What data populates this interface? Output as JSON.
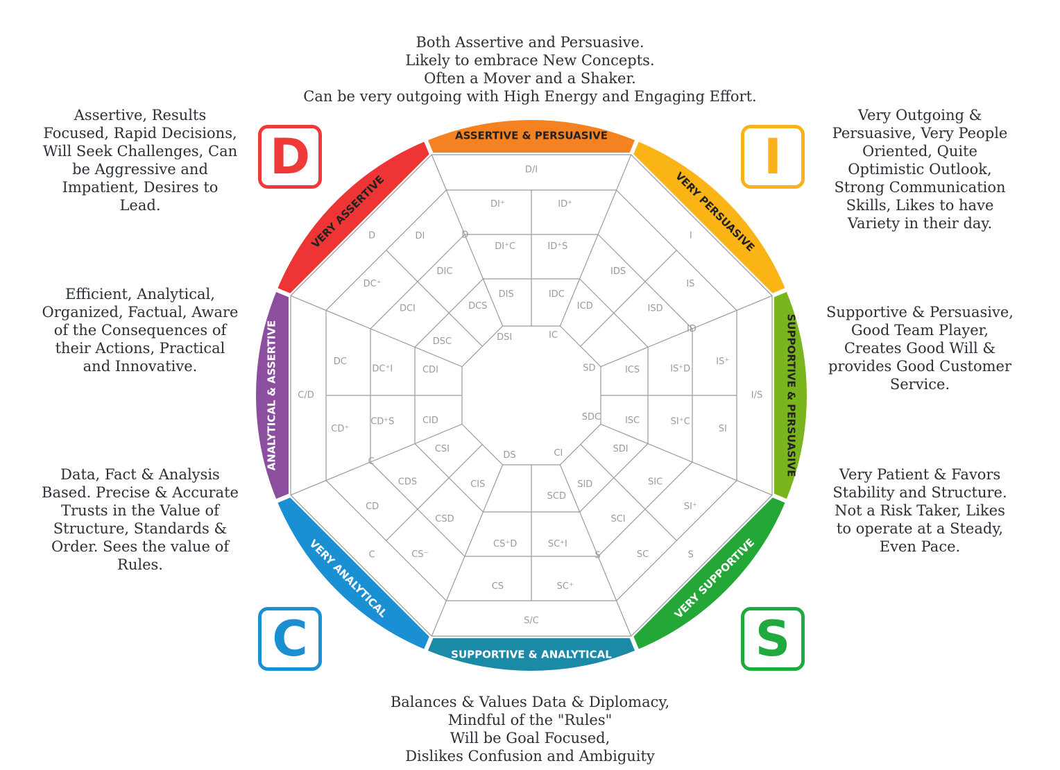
{
  "descriptions": {
    "top": [
      "Both Assertive and Persuasive.",
      "Likely to embrace New Concepts.",
      "Often a Mover and a Shaker.",
      "Can be very outgoing with High Energy and Engaging Effort."
    ],
    "top_left": [
      "Assertive, Results",
      "Focused, Rapid Decisions,",
      "Will Seek Challenges, Can",
      "be Aggressive and",
      "Impatient, Desires to",
      "Lead."
    ],
    "top_right": [
      "Very Outgoing &",
      "Persuasive, Very People",
      "Oriented, Quite",
      "Optimistic Outlook,",
      "Strong Communication",
      "Skills, Likes to have",
      "Variety in their day."
    ],
    "mid_left": [
      "Efficient, Analytical,",
      "Organized, Factual, Aware",
      "of the Consequences of",
      "their Actions, Practical",
      "and Innovative."
    ],
    "mid_right": [
      "Supportive & Persuasive,",
      "Good Team Player,",
      "Creates Good Will &",
      "provides Good Customer",
      "Service."
    ],
    "lower_left": [
      "Data, Fact & Analysis",
      "Based. Precise & Accurate",
      "Trusts in the Value of",
      "Structure, Standards &",
      "Order. Sees the value of",
      "Rules."
    ],
    "lower_right": [
      "Very Patient & Favors",
      "Stability and Structure.",
      "Not a Risk Taker, Likes",
      "to operate at a Steady,",
      "Even Pace."
    ],
    "bottom": [
      "Balances & Values Data & Diplomacy,",
      "Mindful of the \"Rules\"",
      "Will be Goal Focused,",
      "Dislikes Confusion and Ambiguity"
    ]
  },
  "letters": {
    "d": {
      "text": "D",
      "color": "#ef3a3a"
    },
    "i": {
      "text": "I",
      "color": "#f9b21b"
    },
    "c": {
      "text": "C",
      "color": "#1a8fd1"
    },
    "s": {
      "text": "S",
      "color": "#1eaa3e"
    }
  },
  "bands": [
    {
      "label": "ASSERTIVE & PERSUASIVE",
      "color": "#f58220",
      "light": false
    },
    {
      "label": "VERY PERSUASIVE",
      "color": "#fbb416",
      "light": false
    },
    {
      "label": "SUPPORTIVE & PERSUASIVE",
      "color": "#7ab51d",
      "light": false
    },
    {
      "label": "VERY SUPPORTIVE",
      "color": "#23a838",
      "light": true
    },
    {
      "label": "SUPPORTIVE & ANALYTICAL",
      "color": "#1a8aa6",
      "light": true
    },
    {
      "label": "VERY ANALYTICAL",
      "color": "#1b8fd3",
      "light": true
    },
    {
      "label": "ANALYTICAL & ASSERTIVE",
      "color": "#8c4f9f",
      "light": true
    },
    {
      "label": "VERY ASSERTIVE",
      "color": "#ee3434",
      "light": false
    }
  ],
  "cells": {
    "outer": [
      "D/I",
      "I",
      "I/S",
      "S",
      "S/C",
      "C",
      "C/D",
      "D"
    ],
    "ring2_left": [
      "DI⁺",
      "",
      "IS⁺",
      "SI⁺",
      "SC⁺",
      "CS⁻",
      "CD⁺",
      "DC⁺"
    ],
    "ring2_right": [
      "ID⁺",
      "IS",
      "SI",
      "SC",
      "CS",
      "CD",
      "DC",
      "DI"
    ],
    "ring2_mid": [
      "",
      "ID",
      "",
      "S",
      "",
      "C",
      "",
      "D"
    ],
    "ring3_left": [
      "DI⁺C",
      "IDS",
      "IS⁺D",
      "SIC",
      "SC⁺I",
      "CSD",
      "CD⁺S",
      "DCI"
    ],
    "ring3_right": [
      "ID⁺S",
      "ISD",
      "SI⁺C",
      "SCI",
      "CS⁺D",
      "CDS",
      "DC⁺I",
      "DIC"
    ],
    "ring4_left": [
      "DIS",
      "ICD",
      "ICS",
      "SDI",
      "SCD",
      "CIS",
      "CID",
      "DSC"
    ],
    "ring4_right": [
      "IDC",
      "",
      "ISC",
      "SID",
      "",
      "CSI",
      "CDI",
      "DCS"
    ],
    "inner_left": [
      "DSI",
      "IC",
      "SD",
      "SDC",
      "CI",
      "DS",
      "",
      ""
    ],
    "inner_right": [
      "",
      "",
      "",
      "",
      "",
      "",
      "",
      ""
    ]
  }
}
